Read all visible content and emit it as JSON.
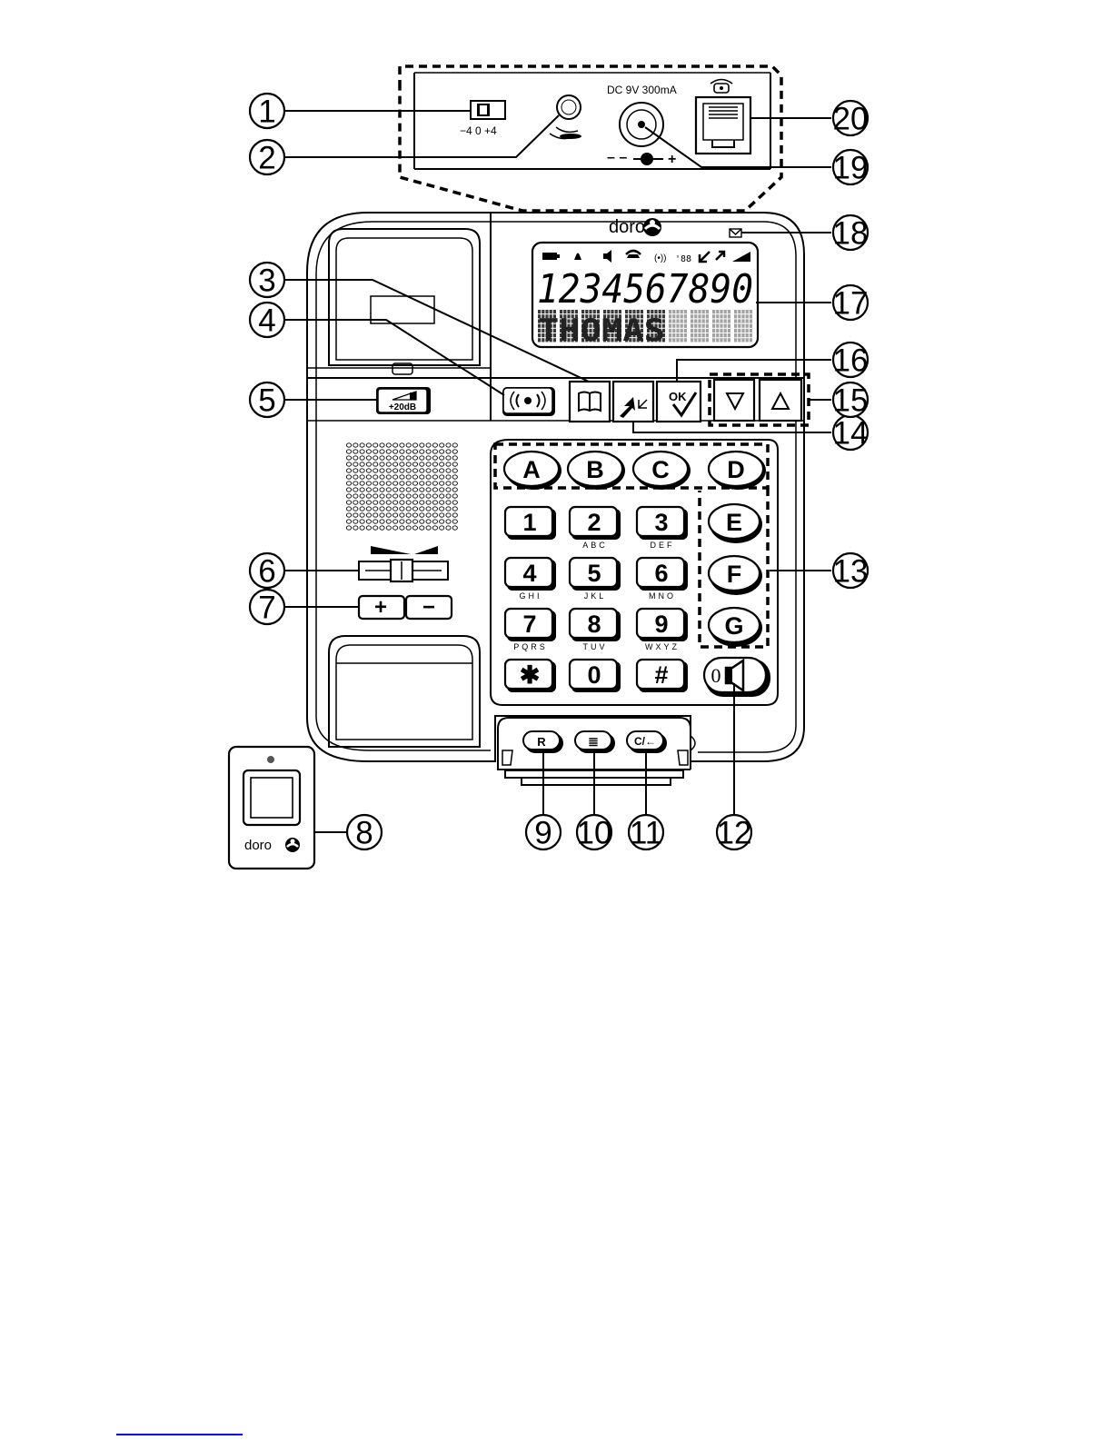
{
  "back_panel": {
    "ringer_scale": "−4  0  +4",
    "power_label": "DC 9V 300mA",
    "polarity_minus": "– –",
    "polarity_plus": "+"
  },
  "brand": "doro",
  "display": {
    "digits": "1234567890",
    "name": "THOMAS"
  },
  "boost_label": "+20dB",
  "keypad": {
    "keys": [
      {
        "digit": "1",
        "letters": ""
      },
      {
        "digit": "2",
        "letters": "ABC"
      },
      {
        "digit": "3",
        "letters": "DEF"
      },
      {
        "digit": "4",
        "letters": "GHI"
      },
      {
        "digit": "5",
        "letters": "JKL"
      },
      {
        "digit": "6",
        "letters": "MNO"
      },
      {
        "digit": "7",
        "letters": "PQRS"
      },
      {
        "digit": "8",
        "letters": "TUV"
      },
      {
        "digit": "9",
        "letters": "WXYZ"
      },
      {
        "digit": "✱",
        "letters": ""
      },
      {
        "digit": "0",
        "letters": ""
      },
      {
        "digit": "#",
        "letters": ""
      }
    ],
    "memory_top": [
      "A",
      "B",
      "C",
      "D"
    ],
    "memory_side": [
      "E",
      "F",
      "G"
    ],
    "speaker_prefix": "0"
  },
  "volume": {
    "plus": "+",
    "minus": "−"
  },
  "bottom_keys": {
    "recall": "R",
    "redial": "≣",
    "clear": "C/←"
  },
  "nav": {
    "down": "▽",
    "up": "△",
    "ok": "OK"
  },
  "callouts": [
    "1",
    "2",
    "3",
    "4",
    "5",
    "6",
    "7",
    "8",
    "9",
    "10",
    "11",
    "12",
    "13",
    "14",
    "15",
    "16",
    "17",
    "18",
    "19",
    "20"
  ]
}
